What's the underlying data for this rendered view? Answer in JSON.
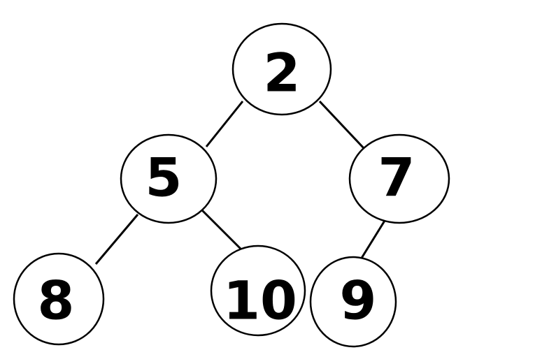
{
  "tree": {
    "nodes": [
      {
        "id": "root",
        "label": "2"
      },
      {
        "id": "left",
        "label": "5"
      },
      {
        "id": "right",
        "label": "7"
      },
      {
        "id": "left-left",
        "label": "8"
      },
      {
        "id": "left-right",
        "label": "10"
      },
      {
        "id": "right-left",
        "label": "9"
      }
    ],
    "edges": [
      {
        "from": "root",
        "to": "left"
      },
      {
        "from": "root",
        "to": "right"
      },
      {
        "from": "left",
        "to": "left-left"
      },
      {
        "from": "left",
        "to": "left-right"
      },
      {
        "from": "right",
        "to": "right-left"
      }
    ]
  },
  "colors": {
    "stroke": "#000000",
    "fill": "#ffffff",
    "text": "#000000"
  }
}
